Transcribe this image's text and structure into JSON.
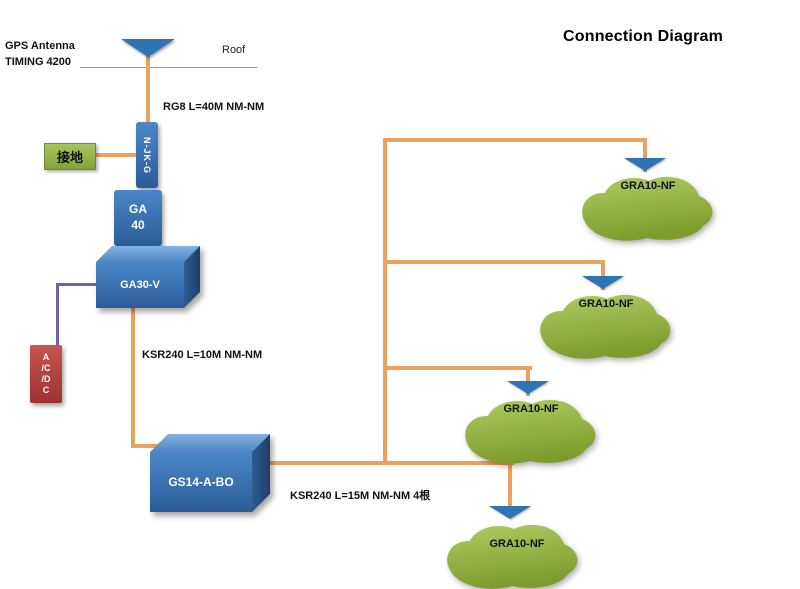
{
  "title": "Connection Diagram",
  "colors": {
    "cable_orange": "#EDA15F",
    "cable_purple": "#7A5DA8",
    "box_blue": "#3E79B9",
    "box_green": "#9ABB4F",
    "box_red": "#BE4B47",
    "blob_green": "#8FAE3C",
    "antenna_blue": "#2E74B5"
  },
  "header": {
    "gps_label_line1": "GPS Antenna",
    "gps_label_line2": "TIMING 4200",
    "roof_label": "Roof"
  },
  "cables": {
    "rg8": "RG8 L=40M  NM-NM",
    "ksr240_10": "KSR240 L=10M NM-NM",
    "ksr240_15": "KSR240 L=15M  NM-NM  4根"
  },
  "nodes": {
    "njkg": {
      "label": "N-JK-G"
    },
    "ground": {
      "label": "接地"
    },
    "ga40": {
      "line1": "GA",
      "line2": "40"
    },
    "ga30v": {
      "label": "GA30-V"
    },
    "acdc": {
      "line1": "A",
      "line2": "/C",
      "line3": "/D",
      "line4": "C"
    },
    "gs14": {
      "label": "GS14-A-BO"
    }
  },
  "antennas": [
    {
      "label": "GRA10-NF"
    },
    {
      "label": "GRA10-NF"
    },
    {
      "label": "GRA10-NF"
    },
    {
      "label": "GRA10-NF"
    }
  ]
}
